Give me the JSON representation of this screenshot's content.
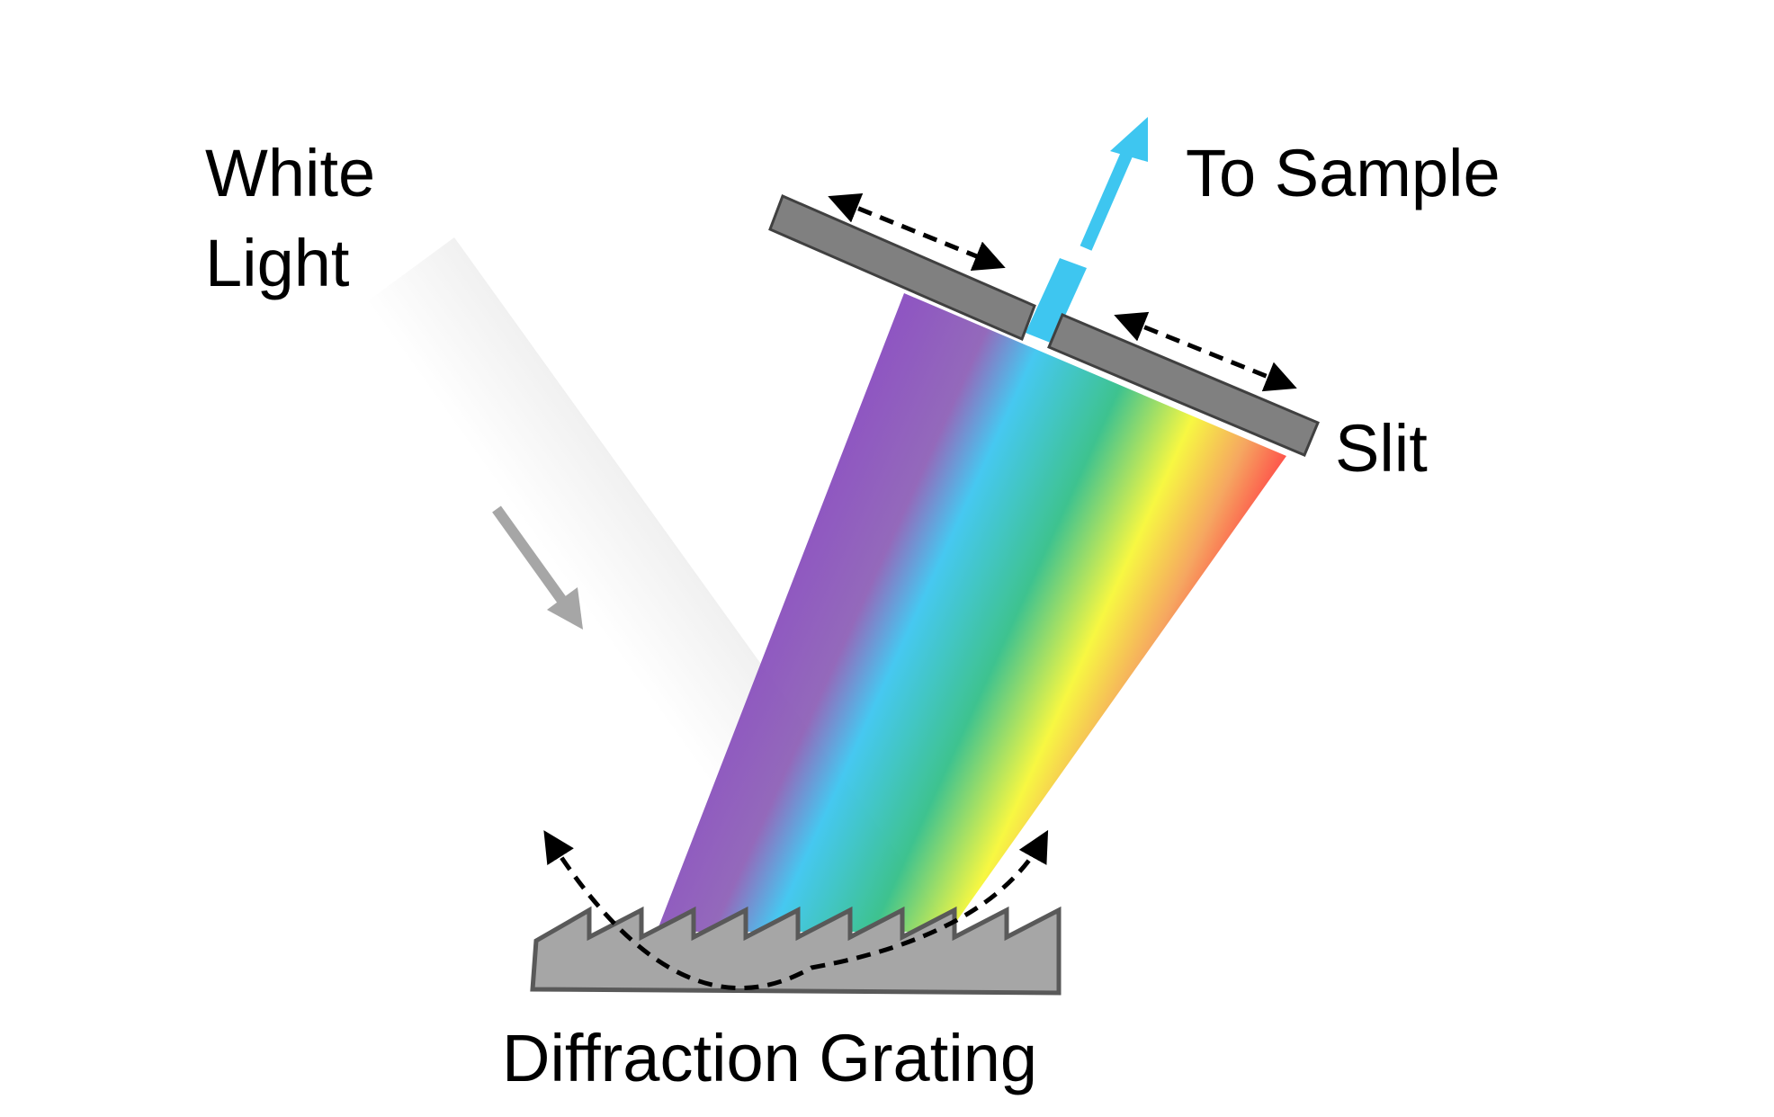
{
  "labels": {
    "white_light_line1": "White",
    "white_light_line2": "Light",
    "to_sample": "To Sample",
    "slit": "Slit",
    "diffraction_grating": "Diffraction Grating"
  },
  "colors": {
    "background": "#ffffff",
    "text": "#000000",
    "grating_fill": "#a6a6a6",
    "grating_stroke": "#595959",
    "slit_fill": "#808080",
    "slit_stroke": "#404040",
    "white_beam_light": "#ffffff",
    "white_beam_dark": "#d6d6d6",
    "incident_arrow": "#a6a6a6",
    "output_beam": "#3ec6f0",
    "dashed_arrow": "#000000",
    "spectrum": [
      "#8a4fbf",
      "#8f63b8",
      "#3ec6f0",
      "#36c08a",
      "#f7f73a",
      "#f5a35a",
      "#ff4040"
    ]
  },
  "icons": {
    "incident_direction": "arrow-down-right-icon",
    "output_direction": "arrow-up-right-icon",
    "adjust_arrows": "double-headed-dashed-arrow-icon",
    "rotation_arrow": "curved-double-headed-dashed-arrow-icon"
  }
}
